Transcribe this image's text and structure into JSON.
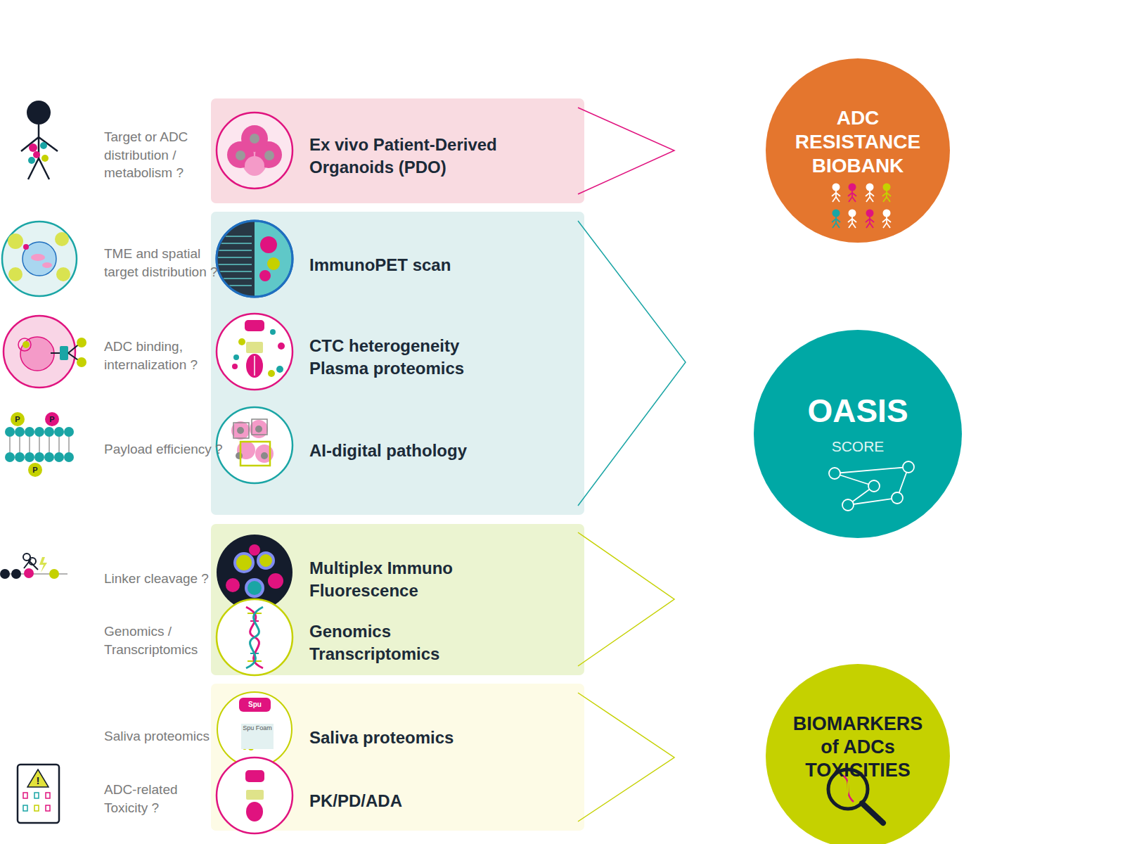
{
  "diagram": {
    "nodes": [
      {
        "text": [
          "Ex vivo Patient-Derived Organoids (PDO)"
        ]
      },
      {
        "text": [
          "ADC RESISTANCE BIOBANK"
        ]
      },
      {
        "text": [
          "ImmunoPET scan",
          "CTC heterogeneity Plasma proteomics",
          "AI-digital pathology"
        ]
      },
      {
        "text": [
          "OASIS",
          "SCORE"
        ]
      },
      {
        "text": [
          "P"
        ]
      },
      {
        "text": [
          "P"
        ]
      },
      {
        "text": [
          "P"
        ]
      },
      {
        "text": [
          "Multiplex Immuno Fluorescence",
          "Genomics Transcriptomics"
        ]
      },
      {
        "text": [
          "Saliva proteomics",
          "PK/PD/ADA"
        ]
      },
      {
        "text": [
          "Spu",
          "Spu Foam"
        ],
        "in": 8
      },
      {
        "text": [
          "BIOMARKERS of ADCs TOXICITIES"
        ]
      },
      {
        "text": [
          "!"
        ]
      }
    ],
    "labels": [
      "Target or ADC distribution / metabolism ?",
      "TME and spatial target distribution ?",
      "ADC binding, internalization ?",
      "Payload efficiency ?",
      "Linker cleavage ?",
      "Genomics / Transcriptomics",
      "Saliva proteomics",
      "ADC-related Toxicity ?"
    ]
  }
}
